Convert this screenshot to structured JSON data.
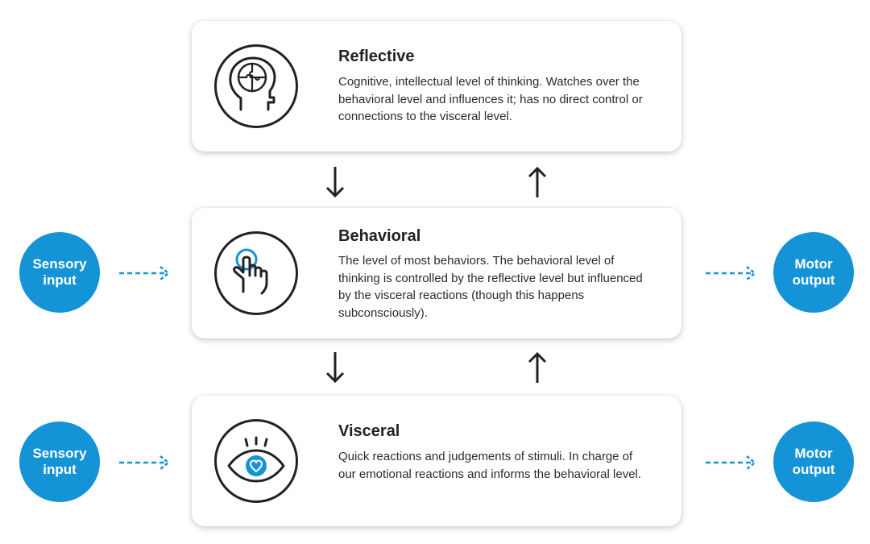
{
  "levels": {
    "reflective": {
      "title": "Reflective",
      "description": "Cognitive, intellectual level of thinking. Watches over the behavioral level and influences it; has no direct control or connections to the visceral level.",
      "icon": "head-puzzle-icon"
    },
    "behavioral": {
      "title": "Behavioral",
      "description": "The level of most behaviors. The behavioral level of thinking is controlled by the reflective level but influenced by the visceral reactions (though this happens subconsciously).",
      "icon": "pointing-hand-icon"
    },
    "visceral": {
      "title": "Visceral",
      "description": "Quick reactions and judgements of stimuli. In charge of our emotional reactions and informs the behavioral level.",
      "icon": "eye-heart-icon"
    }
  },
  "inputs": {
    "behavioral": "Sensory input",
    "visceral": "Sensory input"
  },
  "outputs": {
    "behavioral": "Motor output",
    "visceral": "Motor output"
  },
  "colors": {
    "accent": "#1493d7",
    "text": "#222222",
    "card": "#ffffff"
  }
}
